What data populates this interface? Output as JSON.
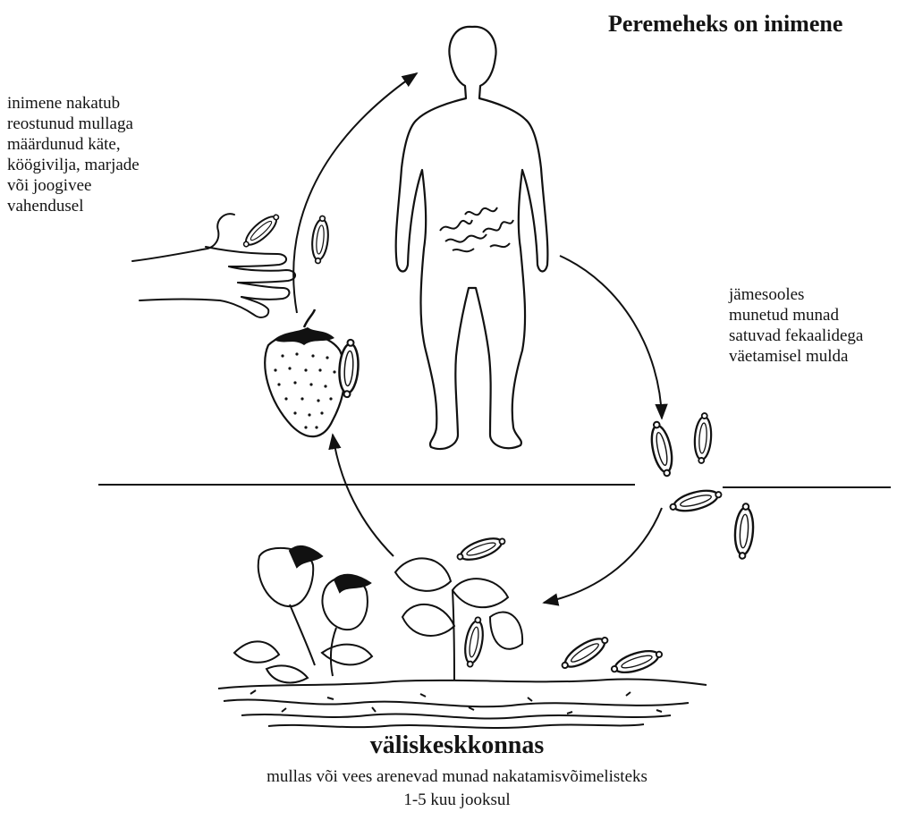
{
  "title": "Peremeheks on inimene",
  "left_text": "inimene nakatub\nreostunud mullaga\nmäärdunud käte,\nköögivilja, marjade\nvõi joogivee\nvahendusel",
  "right_text": "jämesooles\nmunetud munad\nsatuvad fekaalidega\nväetamisel mulda",
  "bottom": {
    "heading": "väliskeskkonnas",
    "line1": "mullas või vees arenevad munad nakatamisvõimelisteks",
    "line2": "1-5 kuu jooksul"
  }
}
